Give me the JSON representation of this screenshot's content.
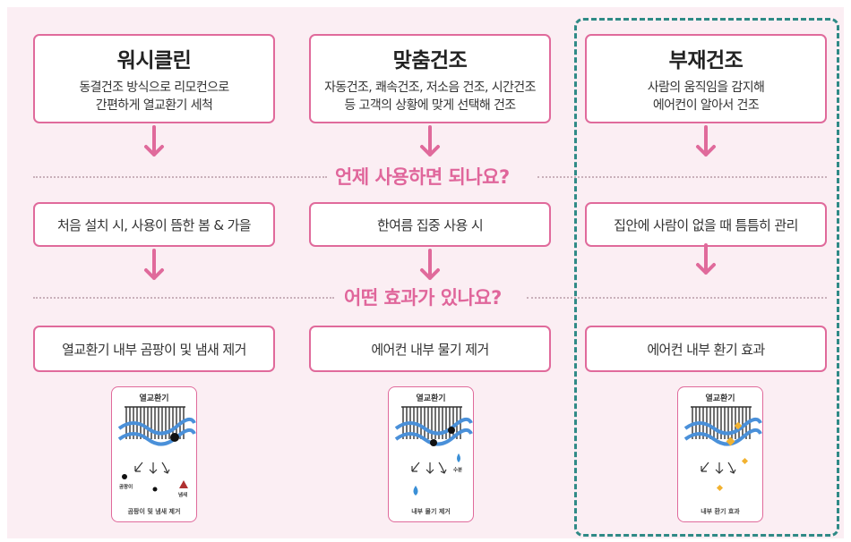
{
  "columns": [
    {
      "title": "워시클린",
      "desc1": "동결건조 방식으로 리모컨으로",
      "desc2": "간편하게 열교환기 세척",
      "when": "처음 설치 시, 사용이 뜸한 봄 & 가을",
      "effect": "열교환기 내부 곰팡이 및 냄새 제거",
      "card_title": "열교환기",
      "card_caption": "곰팡이 및 냄새 제거",
      "card_labels": {
        "a": "곰팡이",
        "b": "냄새"
      }
    },
    {
      "title": "맞춤건조",
      "desc1": "자동건조, 쾌속건조, 저소음 건조, 시간건조",
      "desc2": "등 고객의 상황에 맞게 선택해 건조",
      "when": "한여름 집중 사용 시",
      "effect": "에어컨 내부 물기 제거",
      "card_title": "열교환기",
      "card_caption": "내부 물기 제거",
      "card_labels": {
        "a": "수분"
      }
    },
    {
      "title": "부재건조",
      "desc1": "사람의 움직임을 감지해",
      "desc2": "에어컨이 알아서 건조",
      "when": "집안에 사람이 없을 때 틈틈히 관리",
      "effect": "에어컨 내부 환기 효과",
      "card_title": "열교환기",
      "card_caption": "내부 환기 효과"
    }
  ],
  "questions": {
    "q1": "언제 사용하면 되나요?",
    "q2": "어떤 효과가 있나요?"
  },
  "colors": {
    "accent": "#e06a9b",
    "panel": "#fbeef3",
    "highlight": "#2f8a86",
    "wave": "#4a90d9"
  }
}
